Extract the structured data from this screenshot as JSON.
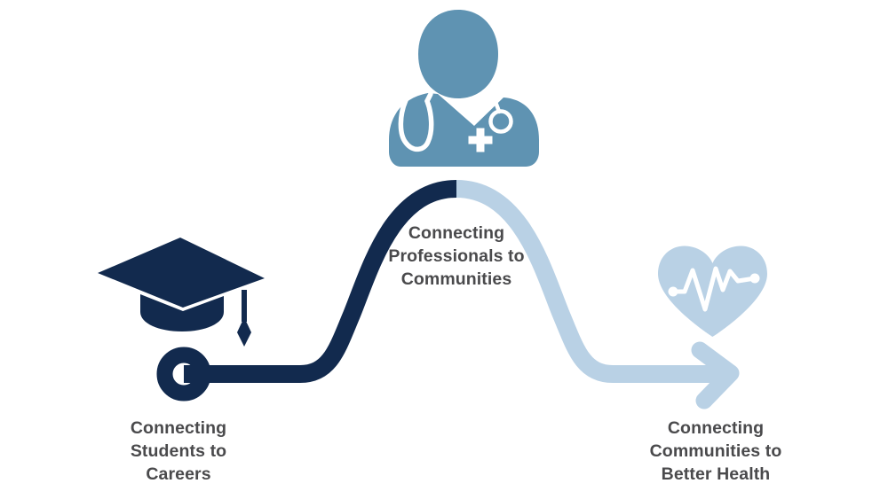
{
  "diagram": {
    "type": "journey-path-infographic",
    "background": "#ffffff",
    "stages": [
      {
        "id": "students",
        "icon": "graduation-cap-icon",
        "icon_color_name": "navy",
        "lines": [
          "Connecting",
          "Students to",
          "Careers"
        ]
      },
      {
        "id": "professionals",
        "icon": "doctor-icon",
        "icon_color_name": "steel_blue",
        "lines": [
          "Connecting",
          "Professionals to",
          "Communities"
        ]
      },
      {
        "id": "communities",
        "icon": "heart-ekg-icon",
        "icon_color_name": "light_blue",
        "lines": [
          "Connecting",
          "Communities to",
          "Better Health"
        ]
      }
    ],
    "path": {
      "description": "S-curve path from ring start marker over a hill to a right arrow",
      "start_marker": "ring",
      "end_marker": "arrow-right",
      "segment_colors": [
        "navy",
        "light_blue"
      ],
      "color_split": "at hill apex"
    }
  },
  "colors": {
    "navy": "#122a4e",
    "steel_blue": "#5f93b2",
    "light_blue": "#b9d1e5",
    "text_gray": "#4a4a4c"
  }
}
